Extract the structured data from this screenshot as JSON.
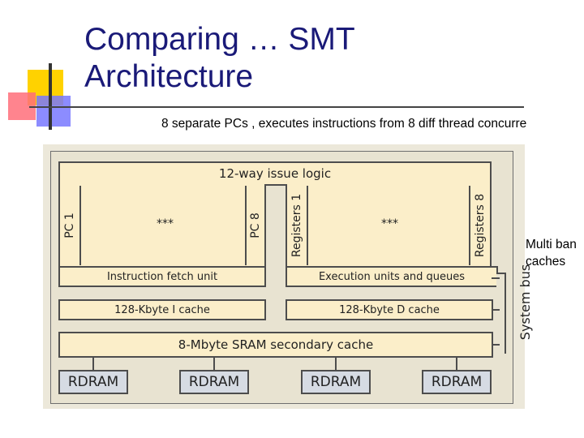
{
  "slide": {
    "title_line1": "Comparing … SMT",
    "title_line2": "Architecture",
    "subtitle": "8 separate PCs , executes instructions from 8 diff thread concurre",
    "side_note_line1": "Multi ban",
    "side_note_line2": "caches"
  },
  "diagram": {
    "issue_logic": "12-way issue logic",
    "pc_first": "PC 1",
    "pc_last": "PC 8",
    "dots": "***",
    "reg_first": "Registers 1",
    "reg_last": "Registers 8",
    "fetch_unit": "Instruction fetch unit",
    "exec_units": "Execution units and queues",
    "icache": "128-Kbyte I cache",
    "dcache": "128-Kbyte D cache",
    "sram": "8-Mbyte SRAM secondary cache",
    "system_bus": "System bus",
    "rdram": [
      "RDRAM",
      "RDRAM",
      "RDRAM",
      "RDRAM"
    ]
  },
  "colors": {
    "title": "#1a1a78",
    "box_fill": "#fbeec9",
    "ram_fill": "#d6dbe3",
    "accent_yellow": "#ffd200",
    "accent_red": "#ff6e7a",
    "accent_blue": "#7878ff"
  }
}
